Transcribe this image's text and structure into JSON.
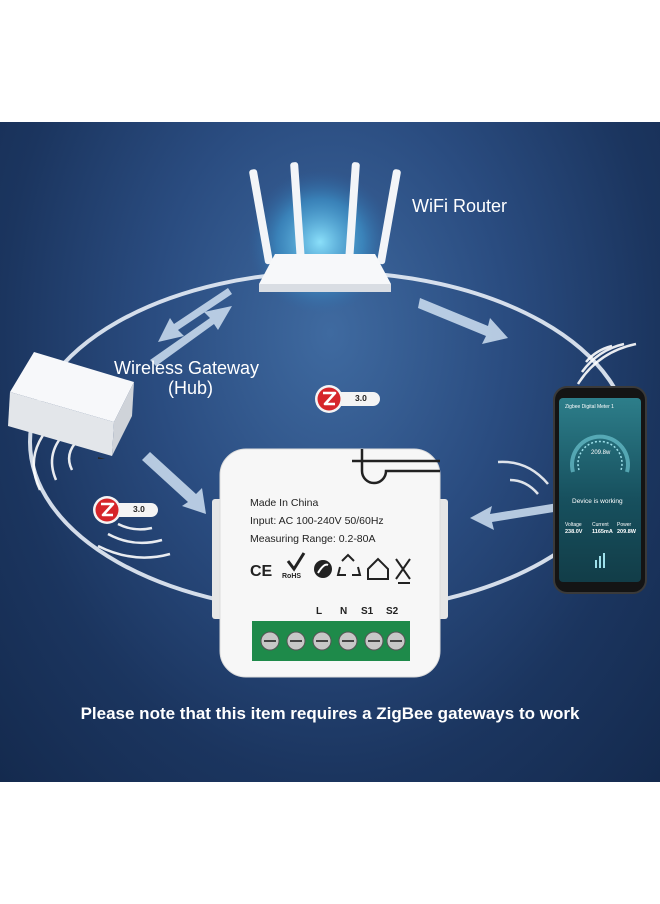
{
  "labels": {
    "router": "WiFi Router",
    "gateway_line1": "Wireless Gateway",
    "gateway_line2": "(Hub)",
    "zigbee_version": "3.0",
    "bottom_note": "Please note that this item requires a ZigBee gateways to work"
  },
  "device": {
    "line1": "Made In China",
    "line2": "Input: AC 100-240V 50/60Hz",
    "line3": "Measuring Range: 0.2-80A",
    "cert_ce": "CE",
    "cert_rohs": "RoHS",
    "terminals": [
      "L",
      "N",
      "S1",
      "S2"
    ]
  },
  "phone": {
    "title": "Zigbee Digital Meter 1",
    "gauge_value": "209.8w",
    "status": "Device is working",
    "stats": [
      {
        "label": "Voltage",
        "value": "238.0V"
      },
      {
        "label": "Current",
        "value": "1165mA"
      },
      {
        "label": "Power",
        "value": "209.8W"
      }
    ]
  },
  "colors": {
    "background": "#1f3d6b",
    "zigbee_red": "#d6252a",
    "terminal_green": "#1e8a4a",
    "arc": "#e8eef7"
  }
}
